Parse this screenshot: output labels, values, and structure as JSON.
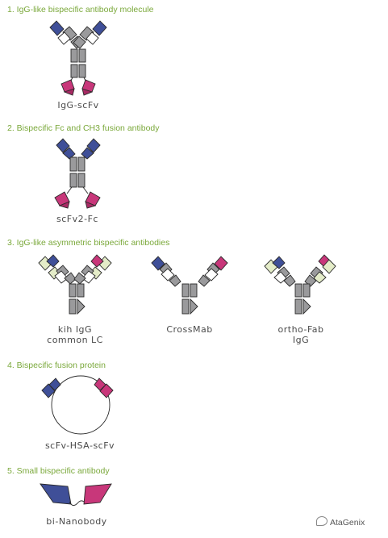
{
  "sections": [
    {
      "heading": "1. IgG-like bispecific antibody molecule",
      "labels": [
        "IgG-scFv"
      ]
    },
    {
      "heading": "2. Bispecific Fc and CH3 fusion antibody",
      "labels": [
        "scFv2-Fc"
      ]
    },
    {
      "heading": "3. IgG-like asymmetric bispecific antibodies",
      "labels": [
        "kih IgG\ncommon LC",
        "CrossMab",
        "ortho-Fab\nIgG"
      ]
    },
    {
      "heading": "4. Bispecific fusion protein",
      "labels": [
        "scFv-HSA-scFv"
      ]
    },
    {
      "heading": "5. Small bispecific antibody",
      "labels": [
        "bi-Nanobody"
      ]
    }
  ],
  "watermark": "AtaGenix",
  "colors": {
    "heading": "#7aa83a",
    "domain_gray": "#9a9a9c",
    "variable_blue": "#3f4f98",
    "variable_pink": "#c8377a",
    "light_green": "#e4ecc8"
  },
  "icons": [
    "antibody-igg-scfv-icon",
    "antibody-scfv2-fc-icon",
    "antibody-kih-igg-icon",
    "antibody-crossmab-icon",
    "antibody-ortho-fab-icon",
    "scfv-hsa-scfv-icon",
    "bi-nanobody-icon",
    "wechat-logo-icon"
  ]
}
